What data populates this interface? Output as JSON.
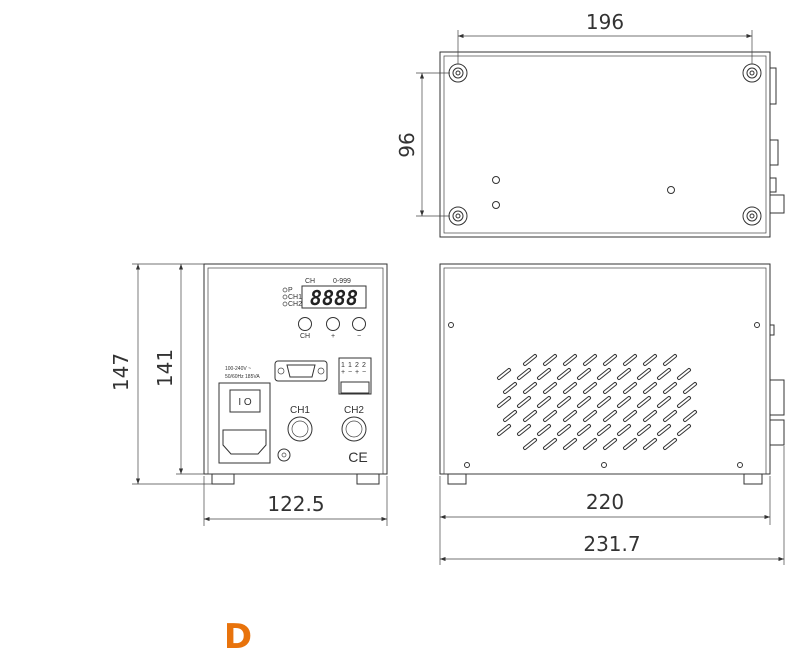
{
  "dimensions": {
    "top_width": "196",
    "top_depth": "96",
    "front_total_height": "147",
    "front_body_height": "141",
    "front_width": "122.5",
    "side_body_length": "220",
    "side_total_length": "231.7"
  },
  "front_panel": {
    "display_header_ch": "CH",
    "display_header_range": "0-999",
    "indicators": [
      "P",
      "CH1",
      "CH2"
    ],
    "display_value": "8888",
    "buttons": [
      "CH",
      "+",
      "−"
    ],
    "power_rating_line1": "100-240V ~",
    "power_rating_line2": "50/60Hz 185VA",
    "terminal_numbers": [
      "1",
      "1",
      "2",
      "2"
    ],
    "terminal_polarity": [
      "+",
      "−",
      "+",
      "−"
    ],
    "connector_ch1": "CH1",
    "connector_ch2": "CH2",
    "ce_mark": "CE"
  },
  "label": {
    "text": "D",
    "color": "#e8730c"
  }
}
